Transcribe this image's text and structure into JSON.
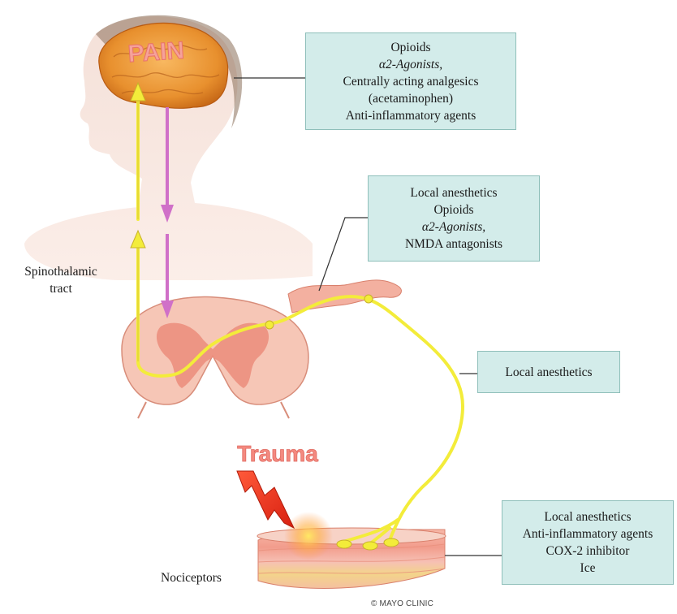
{
  "brain_word": "PAIN",
  "trauma_word": "Trauma",
  "boxes": {
    "brain": [
      "Opioids",
      "α2-Agonists,",
      "Centrally acting analgesics",
      "(acetaminophen)",
      "Anti-inflammatory agents"
    ],
    "spinal": [
      "Local anesthetics",
      "Opioids",
      "α2-Agonists,",
      "NMDA antagonists"
    ],
    "nerve": [
      "Local anesthetics"
    ],
    "peripheral": [
      "Local anesthetics",
      "Anti-inflammatory agents",
      "COX-2 inhibitor",
      "Ice"
    ]
  },
  "labels": {
    "spinothalamic": [
      "Spinothalamic",
      "tract"
    ],
    "nociceptors": "Nociceptors",
    "credit": "© MAYO CLINIC"
  },
  "colors": {
    "box_fill": "#d3ecea",
    "pathway": "#f3ec3a",
    "descending": "#d070c8",
    "brain": "#f0a040",
    "trauma_text": "#f07870"
  }
}
